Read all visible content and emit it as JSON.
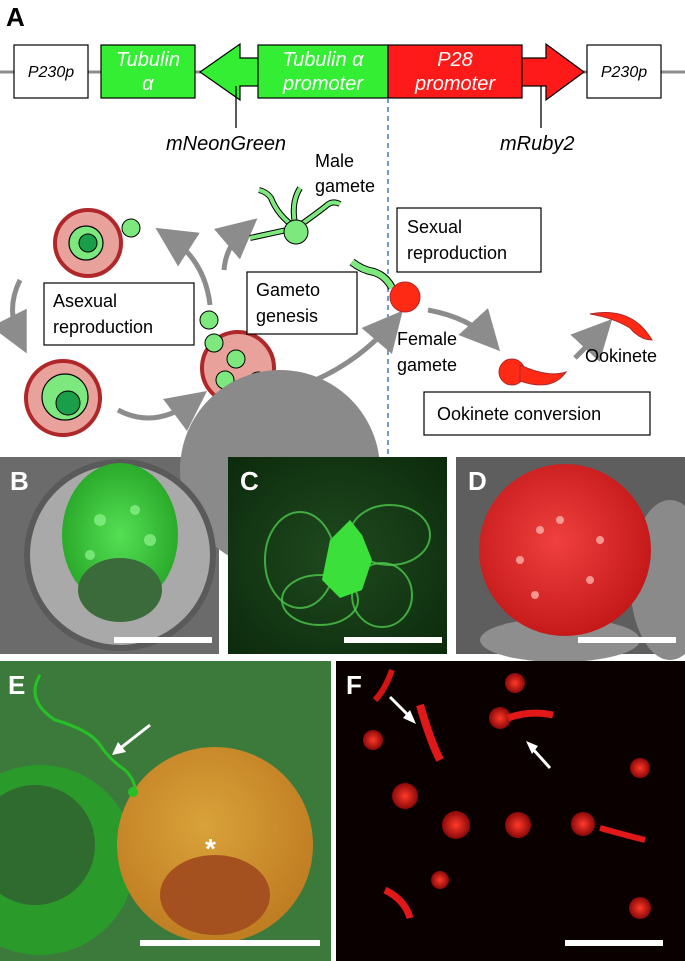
{
  "panel_a": {
    "letter": "A",
    "construct": {
      "p230p_left": "P230p",
      "tubulin_alpha_line1": "Tubulin",
      "tubulin_alpha_line2": "α",
      "tubulin_promoter_line1": "Tubulin α",
      "tubulin_promoter_line2": "promoter",
      "p28_promoter_line1": "P28",
      "p28_promoter_line2": "promoter",
      "p230p_right": "P230p",
      "mneongreen": "mNeonGreen",
      "mruby2": "mRuby2"
    },
    "lifecycle": {
      "male_gamete_line1": "Male",
      "male_gamete_line2": "gamete",
      "sexual_line1": "Sexual",
      "sexual_line2": "reproduction",
      "asexual_line1": "Asexual",
      "asexual_line2": "reproduction",
      "gameto_line1": "Gameto",
      "gameto_line2": "genesis",
      "female_gamete_line1": "Female",
      "female_gamete_line2": "gamete",
      "ookinete": "Ookinete",
      "ookinete_conversion": "Ookinete conversion"
    },
    "colors": {
      "green": "#33ee33",
      "red": "#ff1a1a",
      "host_cell": "#e8a29b",
      "host_border": "#b0272a",
      "arrow": "#8c8c8c",
      "dashed_line": "#4a7ab5"
    }
  },
  "micrographs": {
    "b": {
      "letter": "B"
    },
    "c": {
      "letter": "C"
    },
    "d": {
      "letter": "D"
    },
    "e": {
      "letter": "E",
      "asterisk": "*"
    },
    "f": {
      "letter": "F"
    }
  }
}
